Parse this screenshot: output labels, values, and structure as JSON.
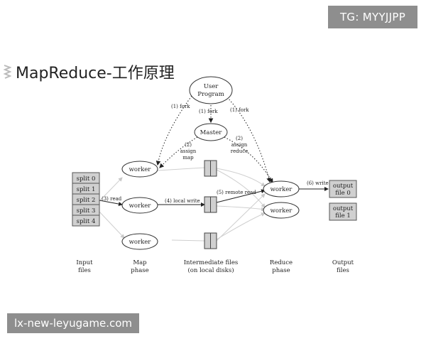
{
  "watermark_top": "TG: MYYJJPP",
  "watermark_bottom": "lx-new-leyugame.com",
  "title": "MapReduce-工作原理",
  "diagram": {
    "user_program": [
      "User",
      "Program"
    ],
    "master": "Master",
    "worker": "worker",
    "splits": [
      "split 0",
      "split 1",
      "split 2",
      "split 3",
      "split 4"
    ],
    "outputs": [
      [
        "output",
        "file 0"
      ],
      [
        "output",
        "file 1"
      ]
    ],
    "edge_labels": {
      "fork_left": "(1) fork",
      "fork_mid": "(1) fork",
      "fork_right": "(1) fork",
      "assign_map": [
        "(2)",
        "assign",
        "map"
      ],
      "assign_reduce": [
        "(2)",
        "assign",
        "reduce"
      ],
      "read": "(3) read",
      "local_write": "(4) local write",
      "remote_read": "(5) remote read",
      "write": "(6) write"
    },
    "bottom_labels": {
      "input": [
        "Input",
        "files"
      ],
      "map": [
        "Map",
        "phase"
      ],
      "intermediate": [
        "Intermediate files",
        "(on local disks)"
      ],
      "reduce": [
        "Reduce",
        "phase"
      ],
      "output": [
        "Output",
        "files"
      ]
    }
  }
}
